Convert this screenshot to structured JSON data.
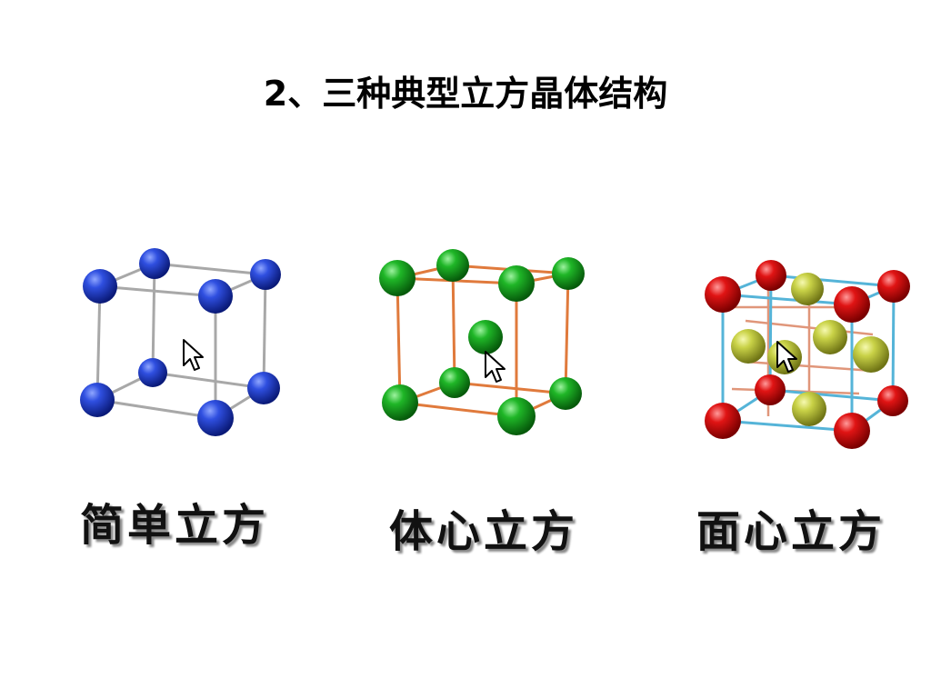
{
  "slide": {
    "title": "2、三种典型立方晶体结构"
  },
  "structures": [
    {
      "caption": "简单立方",
      "atom_color": "#1a35c8",
      "frame_color": "#a8a8a8"
    },
    {
      "caption": "体心立方",
      "atom_color": "#13a31b",
      "frame_color": "#e07a3c"
    },
    {
      "caption": "面心立方",
      "atom_color": "#e01010",
      "center_atom_color": "#c9d247",
      "frame_color": "#55b4d8"
    }
  ],
  "icons": {
    "pointer": "mouse-pointer-icon"
  }
}
